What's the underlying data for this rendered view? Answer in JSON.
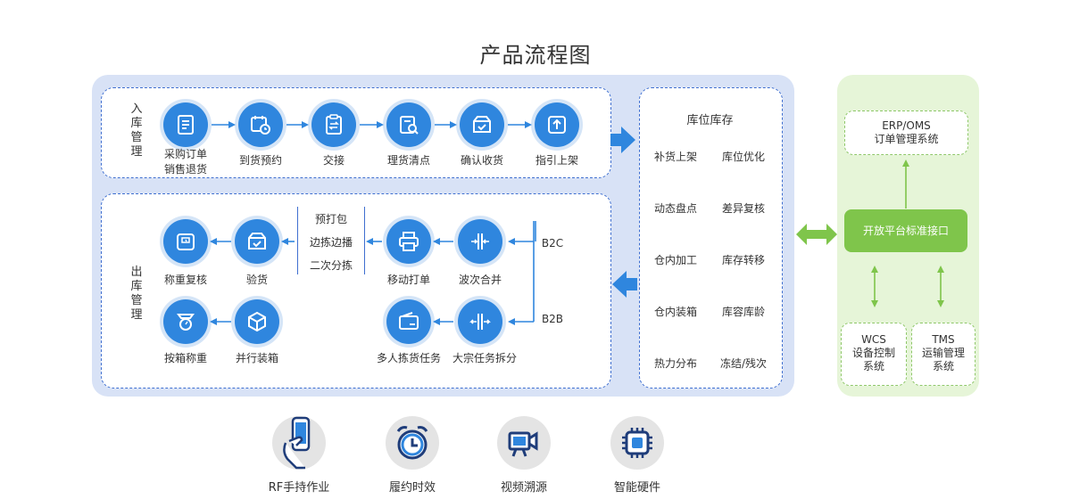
{
  "title": "产品流程图",
  "inbound": {
    "label": "入库管理",
    "steps": [
      {
        "label": "采购订单\n销售退货",
        "icon": "document-icon"
      },
      {
        "label": "到货预约",
        "icon": "calendar-clock-icon"
      },
      {
        "label": "交接",
        "icon": "clipboard-exchange-icon"
      },
      {
        "label": "理货清点",
        "icon": "search-doc-icon"
      },
      {
        "label": "确认收货",
        "icon": "box-check-icon"
      },
      {
        "label": "指引上架",
        "icon": "upload-icon"
      }
    ]
  },
  "outbound": {
    "label": "出库管理",
    "weigh_check": "称重复核",
    "inspect": "验货",
    "sort_methods": [
      "预打包",
      "边拣边播",
      "二次分拣"
    ],
    "mobile_print": "移动打单",
    "wave_merge": "波次合并",
    "box_weigh": "按箱称重",
    "parallel_pack": "并行装箱",
    "multi_pick": "多人拣货任务",
    "bulk_split": "大宗任务拆分",
    "b2c": "B2C",
    "b2b": "B2B"
  },
  "inventory": {
    "title": "库位库存",
    "items": [
      [
        "补货上架",
        "库位优化"
      ],
      [
        "动态盘点",
        "差异复核"
      ],
      [
        "仓内加工",
        "库存转移"
      ],
      [
        "仓内装箱",
        "库容库龄"
      ],
      [
        "热力分布",
        "冻结/残次"
      ]
    ]
  },
  "systems": {
    "erp": "ERP/OMS\n订单管理系统",
    "platform": "开放平台标准接口",
    "wcs": "WCS\n设备控制\n系统",
    "tms": "TMS\n运输管理\n系统"
  },
  "features": [
    {
      "label": "RF手持作业",
      "icon": "handheld-phone-icon"
    },
    {
      "label": "履约时效",
      "icon": "alarm-clock-icon"
    },
    {
      "label": "视频溯源",
      "icon": "video-camera-icon"
    },
    {
      "label": "智能硬件",
      "icon": "chip-icon"
    }
  ],
  "colors": {
    "primary_blue": "#2f86de",
    "panel_blue": "#d8e2f6",
    "green": "#7fc54b",
    "panel_green": "#e6f5d8"
  }
}
